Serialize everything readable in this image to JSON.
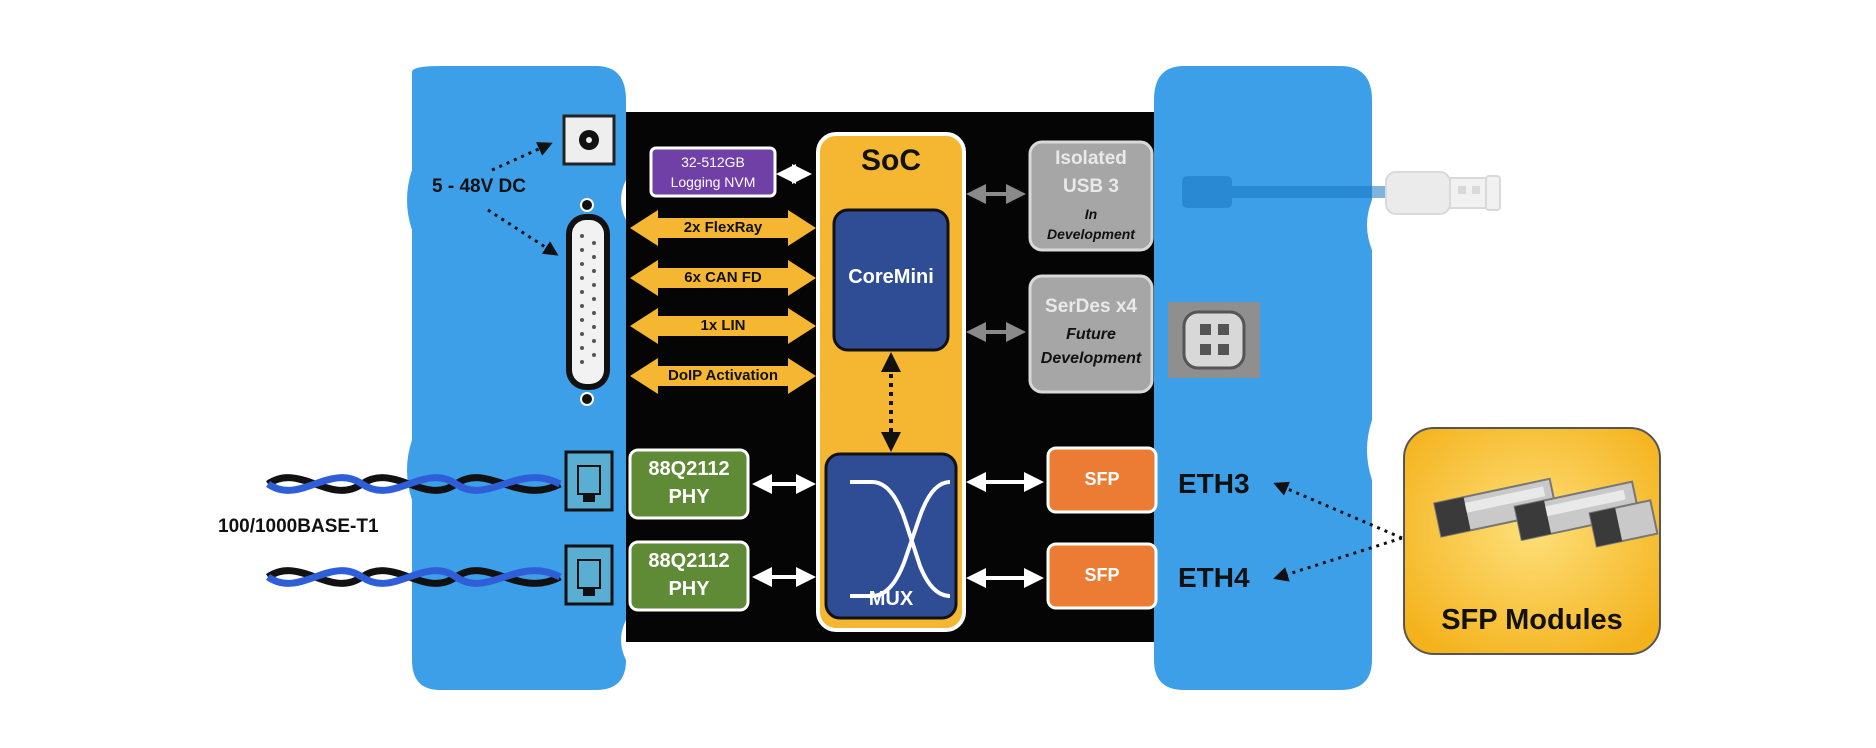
{
  "power": {
    "label": "5 - 48V DC"
  },
  "nvm": {
    "line1": "32-512GB",
    "line2": "Logging NVM"
  },
  "buses": [
    {
      "label": "2x FlexRay"
    },
    {
      "label": "6x CAN FD"
    },
    {
      "label": "1x LIN"
    },
    {
      "label": "DoIP Activation"
    }
  ],
  "soc": {
    "title": "SoC",
    "core_label": "CoreMini",
    "mux_label": "MUX"
  },
  "phys": [
    {
      "line1": "88Q2112",
      "line2": "PHY"
    },
    {
      "line1": "88Q2112",
      "line2": "PHY"
    }
  ],
  "cable_label": "100/1000BASE-T1",
  "usb": {
    "line1": "Isolated",
    "line2": "USB 3",
    "line3": "In",
    "line4": "Development"
  },
  "serdes": {
    "line1": "SerDes x4",
    "line2": "Future",
    "line3": "Development"
  },
  "sfp_ports": [
    {
      "label": "SFP",
      "eth": "ETH3"
    },
    {
      "label": "SFP",
      "eth": "ETH4"
    }
  ],
  "sfp_modules": {
    "label": "SFP Modules"
  },
  "colors": {
    "device_blue": "#3d9fe8",
    "board_black": "#050505",
    "soc_yellow": "#f5b731",
    "core_blue": "#2e4d95",
    "nvm_purple": "#7040a6",
    "phy_green": "#5f8a36",
    "sfp_orange": "#ec7c33",
    "gray_block": "#a6a6a6",
    "module_yellow": "#fbc02d"
  },
  "icons": [
    "dc-jack-icon",
    "db25-connector-icon",
    "rj45-jack-icon",
    "usb-cable-icon",
    "serdes-connector-icon",
    "sfp-transceiver-icon"
  ]
}
